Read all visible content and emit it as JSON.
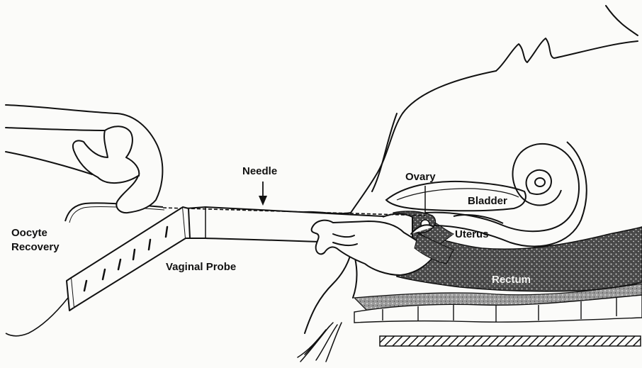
{
  "figure": {
    "labels": {
      "needle": "Needle",
      "ovary": "Ovary",
      "bladder": "Bladder",
      "uterus": "Uterus",
      "rectum": "Rectum",
      "oocyte_line1": "Oocyte",
      "oocyte_line2": "Recovery",
      "vaginal_probe": "Vaginal Probe"
    },
    "colors": {
      "ink": "#111111",
      "paper": "#fbfbf9",
      "stipple": "#2a2a2a"
    }
  }
}
